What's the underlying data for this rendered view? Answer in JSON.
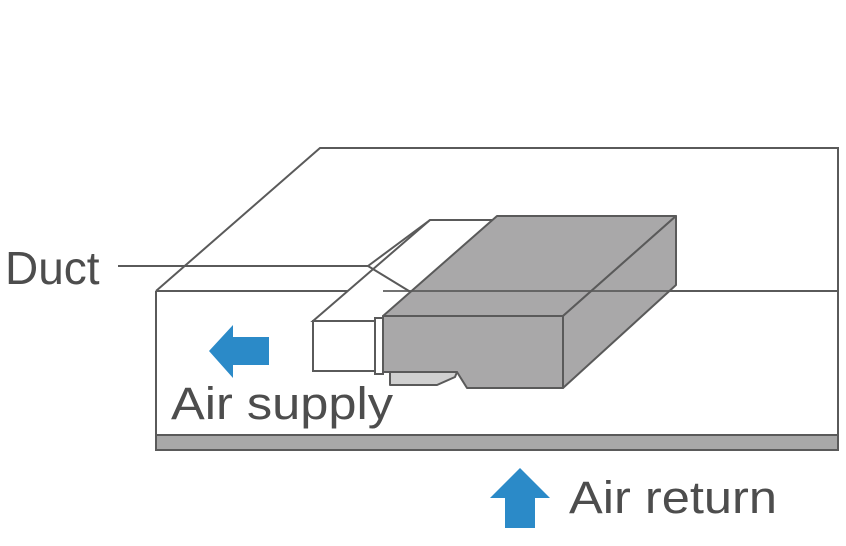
{
  "labels": {
    "duct": "Duct",
    "air_supply": "Air supply",
    "air_return": "Air return"
  },
  "icons": {
    "air_supply_arrow": "arrow-left",
    "air_return_arrow": "arrow-up"
  },
  "colors": {
    "arrow": "#2b8ac8",
    "unit_body": "#a9a8a9",
    "unit_bracket": "#d0d0d0",
    "floor_bar": "#a8a8a8",
    "line": "#5a5a5a",
    "text": "#4d4d4d"
  }
}
